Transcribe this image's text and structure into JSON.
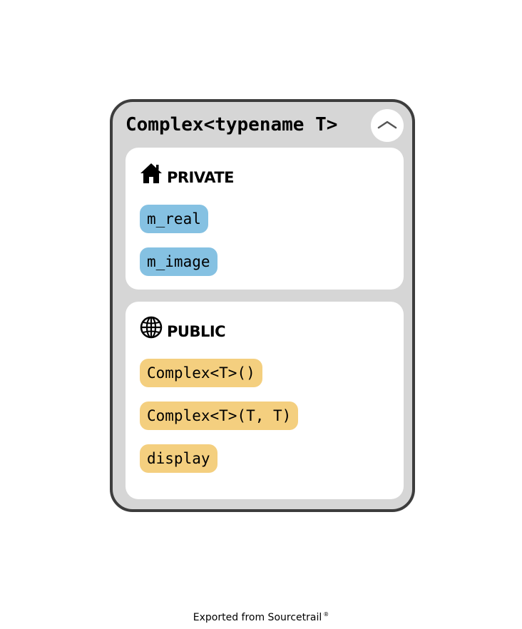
{
  "node": {
    "title": "Complex<typename T>",
    "collapse_icon": "chevron-up-icon"
  },
  "sections": {
    "private": {
      "label": "PRIVATE",
      "icon": "house-icon",
      "members": [
        {
          "name": "m_real",
          "kind": "field"
        },
        {
          "name": "m_image",
          "kind": "field"
        }
      ]
    },
    "public": {
      "label": "PUBLIC",
      "icon": "globe-icon",
      "members": [
        {
          "name": "Complex<T>()",
          "kind": "function"
        },
        {
          "name": "Complex<T>(T, T)",
          "kind": "function"
        },
        {
          "name": "display",
          "kind": "function"
        }
      ]
    }
  },
  "colors": {
    "node_background": "#d6d6d6",
    "node_border": "#3d3d3d",
    "field": "#85c1e2",
    "function": "#f4cf7f"
  },
  "footer": {
    "text": "Exported from Sourcetrail",
    "mark": "®"
  }
}
